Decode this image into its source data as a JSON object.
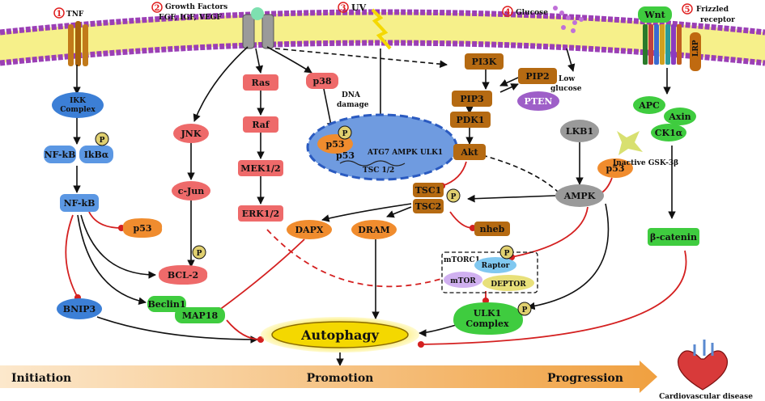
{
  "stimuli": {
    "tnf": {
      "num": "1",
      "label": "TNF"
    },
    "growth": {
      "num": "2",
      "label1": "Growth Factors",
      "label2": "EGF, IGF, VEGF"
    },
    "uv": {
      "num": "3",
      "label": "UV"
    },
    "glucose": {
      "num": "4",
      "label": "Glucose"
    },
    "frizzled": {
      "num": "5",
      "label1": "Frizzled",
      "label2": "receptor"
    }
  },
  "nodes": {
    "ikk1": "IKK",
    "ikk2": "Complex",
    "nfkb_top": "NF-kB",
    "ikba": "IkBα",
    "nfkb": "NF-kB",
    "p53_left": "p53",
    "bnip3": "BNIP3",
    "beclin1": "Beclin1",
    "map18": "MAP18",
    "bcl2": "BCL-2",
    "jnk": "JNK",
    "cjun": "c-Jun",
    "ras": "Ras",
    "raf": "Raf",
    "mek": "MEK1/2",
    "erk": "ERK1/2",
    "p38": "p38",
    "dna1": "DNA",
    "dna2": "damage",
    "dapx": "DAPX",
    "dram": "DRAM",
    "p53_nuc": "p53",
    "p53_nuc2": "p53",
    "nuc_genes": "ATG7 AMPK ULK1",
    "nuc_tsc": "TSC 1/2",
    "pi3k": "PI3K",
    "pip2": "PIP2",
    "pip3": "PIP3",
    "pten": "PTEN",
    "pdk1": "PDK1",
    "akt": "Akt",
    "tsc1": "TSC1",
    "tsc2": "TSC2",
    "rheb": "nheb",
    "lkb1": "LKB1",
    "ampk": "AMPK",
    "p53_right": "p53",
    "low1": "Low",
    "low2": "glucose",
    "mtorc1": "mTORC1",
    "raptor": "Raptor",
    "mtor": "mTOR",
    "deptor": "DEPTOR",
    "ulk1a": "ULK1",
    "ulk1b": "Complex",
    "wnt": "Wnt",
    "lrp": "LRP",
    "apc": "APC",
    "axin": "Axin",
    "ck1a": "CK1α",
    "gsk": "Inactive GSK-3β",
    "bcatenin": "β-catenin",
    "autophagy": "Autophagy",
    "p": "P"
  },
  "stages": {
    "initiation": "Initiation",
    "promotion": "Promotion",
    "progression": "Progression"
  },
  "outcome": "Cardiovascular disease",
  "colors": {
    "membrane_head": "#9b3fb5",
    "membrane_tail": "#f0ea55",
    "blue_node": "#3c7fd6",
    "red_node": "#ee6a6a",
    "orange_node": "#f08c2e",
    "brown_node": "#b56a12",
    "purple_node": "#9e5fc8",
    "green_node": "#3fcc3f",
    "gray_node": "#9a9a9a",
    "inhibition": "#d42020",
    "autophagy_glow": "#f4d800"
  }
}
